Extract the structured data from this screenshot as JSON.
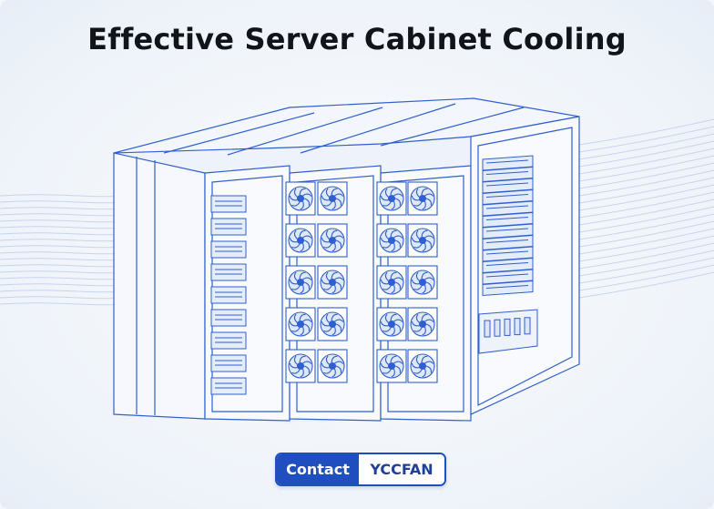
{
  "header": {
    "title": "Effective Server Cabinet Cooling"
  },
  "illustration": {
    "subject": "server-cabinet-line-drawing",
    "fans_per_column": 5,
    "fan_columns": 4,
    "server_units": 12,
    "line_color": "#2f5fd0",
    "fill_color": "#eef3fb"
  },
  "cta": {
    "label_left": "Contact",
    "label_right": "YCCFAN",
    "accent": "#1f4fbf"
  }
}
